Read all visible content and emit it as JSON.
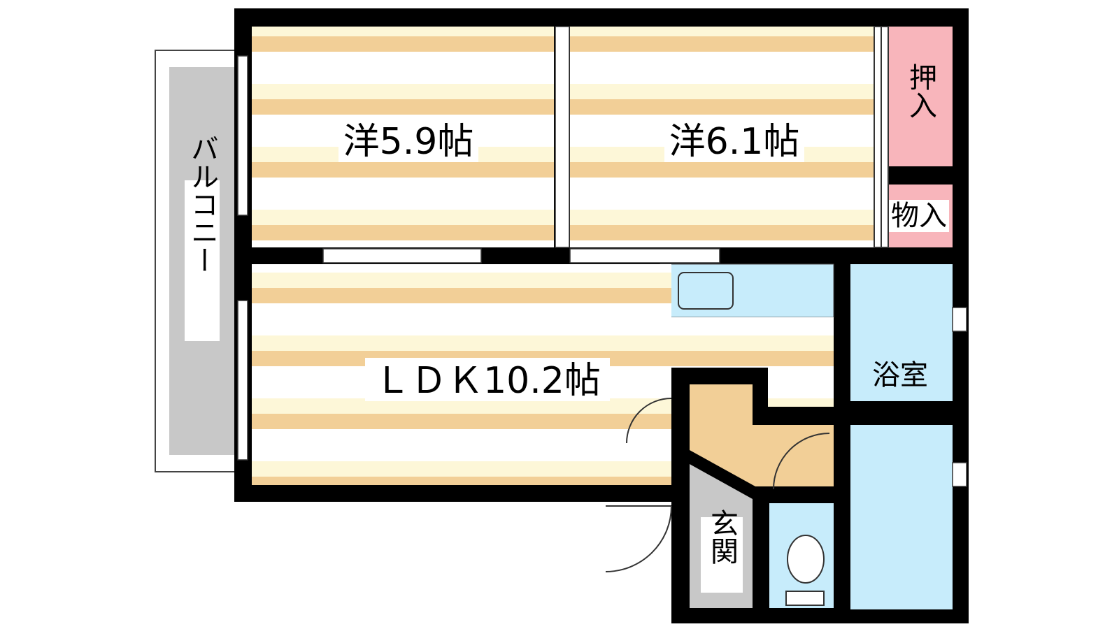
{
  "floor_plan": {
    "rooms": {
      "western_room_1": "洋5.9帖",
      "western_room_2": "洋6.1帖",
      "ldk": "ＬＤＫ10.2帖",
      "bathroom": "浴室",
      "entrance": "玄関",
      "balcony": "バルコニー",
      "closet": "押入",
      "storage": "物入"
    },
    "colors": {
      "wall": "#000000",
      "floor_stripe_light": "#fdf7d8",
      "floor_stripe_dark": "#f2cf97",
      "wet_area": "#c7ecfb",
      "closet": "#f8b5bb",
      "entrance_floor": "#c8c8c8",
      "balcony": "#c8c8c8",
      "hall_floor": "#f2cf97"
    }
  }
}
